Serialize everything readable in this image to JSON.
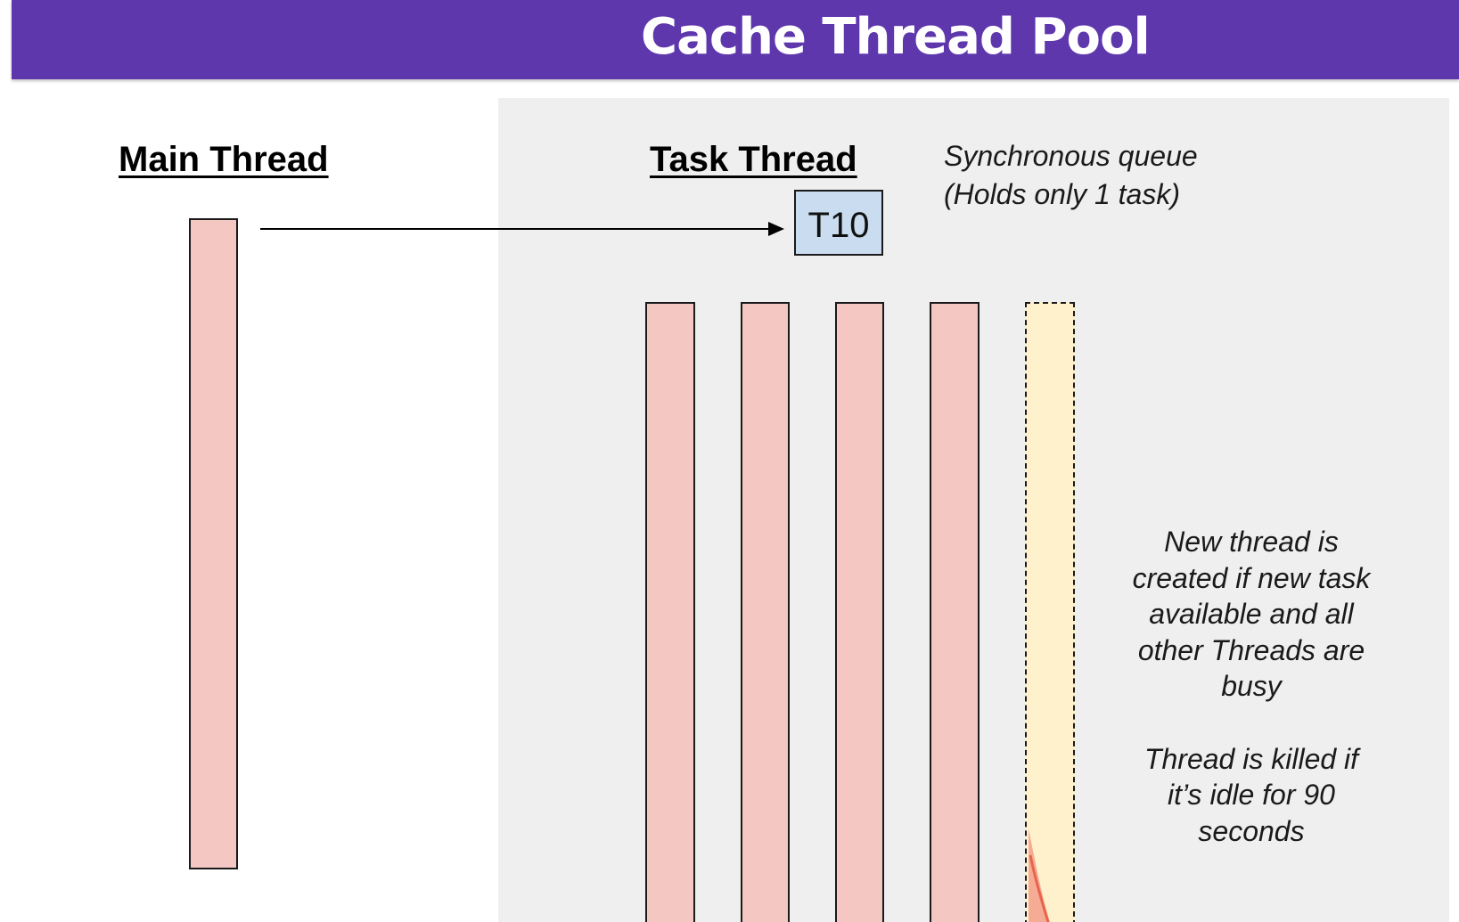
{
  "title": "Cache Thread Pool",
  "main_thread": {
    "heading": "Main Thread"
  },
  "task_thread": {
    "heading": "Task Thread"
  },
  "queue": {
    "note_lines": [
      "Synchronous queue",
      "(Holds only 1 task)"
    ],
    "task_label": "T10"
  },
  "worker_threads": [
    {
      "state": "busy"
    },
    {
      "state": "busy"
    },
    {
      "state": "busy"
    },
    {
      "state": "busy"
    },
    {
      "state": "new"
    }
  ],
  "notes": {
    "new_thread_lines": [
      "New thread is",
      "created if new task",
      "available and all",
      "other Threads are",
      "busy"
    ],
    "killed_lines": [
      "Thread is killed if",
      "it’s idle for 90",
      "seconds"
    ]
  },
  "colors": {
    "title_bar": "#5f37ad",
    "pool_background": "#efefef",
    "thread_busy": "#f4c7c3",
    "thread_new": "#fff1cc",
    "task_box": "#c9dcf0"
  }
}
